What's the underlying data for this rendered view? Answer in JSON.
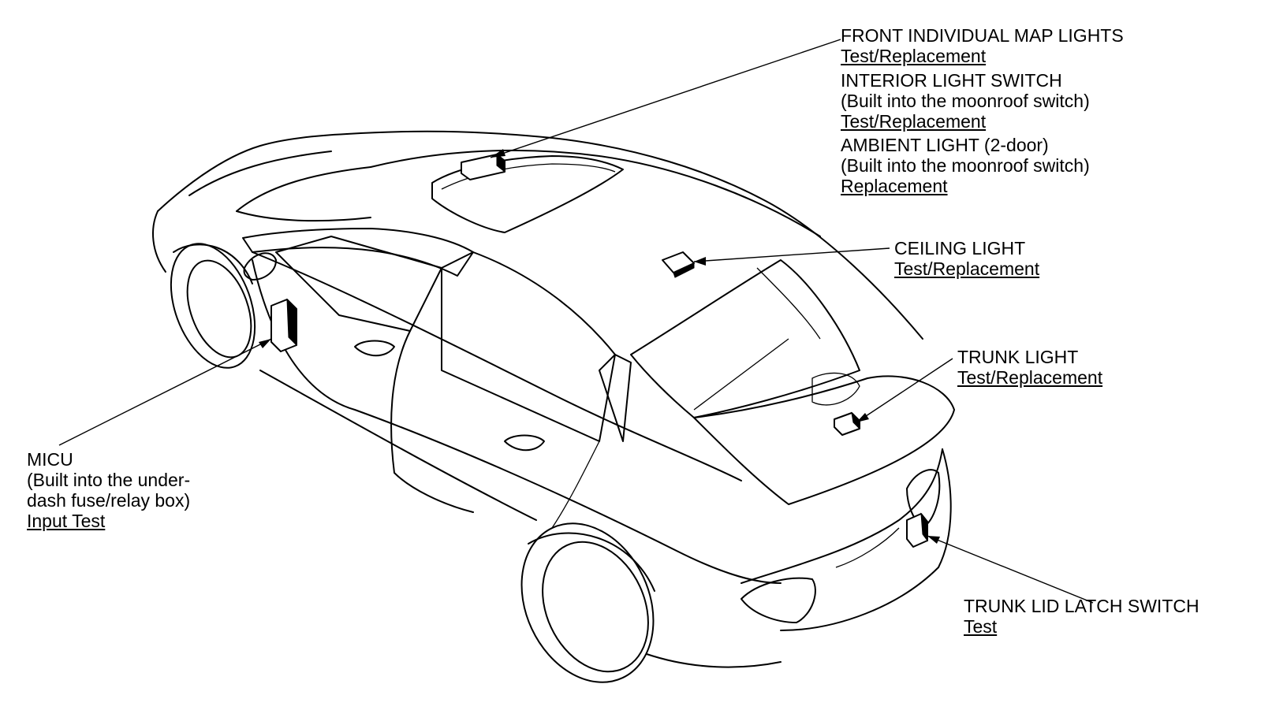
{
  "callouts": {
    "front_map": {
      "title": "FRONT INDIVIDUAL MAP LIGHTS",
      "link": "Test/Replacement"
    },
    "interior_switch": {
      "title": "INTERIOR LIGHT SWITCH",
      "note": "(Built into the moonroof switch)",
      "link": "Test/Replacement"
    },
    "ambient": {
      "title": "AMBIENT LIGHT (2-door)",
      "note": "(Built into the moonroof switch)",
      "link": "Replacement"
    },
    "ceiling": {
      "title": "CEILING LIGHT",
      "link": "Test/Replacement"
    },
    "trunk_light": {
      "title": "TRUNK LIGHT",
      "link": "Test/Replacement"
    },
    "micu": {
      "title": "MICU",
      "note1": "(Built into the under-",
      "note2": "dash fuse/relay box)",
      "link": "Input Test"
    },
    "trunk_latch": {
      "title": "TRUNK LID LATCH SWITCH",
      "link": "Test"
    }
  }
}
